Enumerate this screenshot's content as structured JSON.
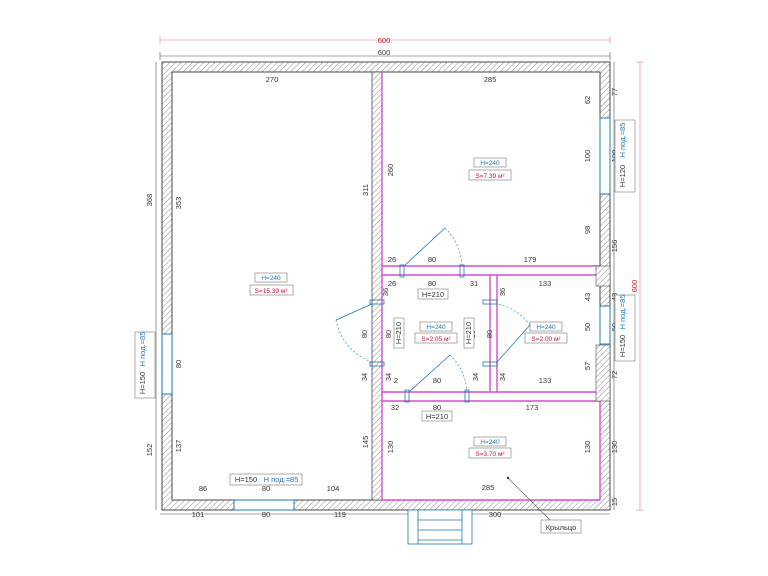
{
  "overall_top_pink": "600",
  "overall_top": "600",
  "overall_right_pink": "600",
  "inner_dims": {
    "top_left_room": "270",
    "top_right_room": "285",
    "left_outer": "368",
    "left_inner": "353",
    "left_window": "80",
    "left_window_in": "80",
    "left_lower_outer": "152",
    "left_lower_inner": "137",
    "center_upper": "311",
    "center_lower": "145",
    "bedroom_left": "260",
    "bedroom_right_1": "62",
    "bedroom_right_2": "100",
    "bedroom_right_3": "98",
    "right_outer_1": "77",
    "right_outer_2": "100",
    "right_outer_3": "156",
    "right_outer_4": "43",
    "right_outer_5": "50",
    "right_outer_6": "72",
    "right_outer_7": "130",
    "right_outer_8": "15",
    "right_inner_1": "43",
    "right_inner_2": "50",
    "right_inner_3": "57",
    "right_inner_4": "130",
    "hall_top_1": "26",
    "hall_top_2": "80",
    "hall_top_3": "179",
    "hall_mid_1": "26",
    "hall_mid_2": "80",
    "hall_mid_3": "31",
    "hall_mid_4": "36",
    "hall_mid_5": "133",
    "hall_left_door": "80",
    "hall_left_top": "36",
    "hall_left_bottom": "34",
    "hall_right_door": "80",
    "hall_right_bottom": "34",
    "hall_low_1": "34",
    "hall_low_2": "2",
    "hall_low_3": "34",
    "hall_low_4": "34",
    "hall_low_5": "133",
    "hall_bottom_1": "32",
    "hall_bottom_2": "80",
    "hall_bottom_3": "173",
    "entry_left": "130",
    "entry_right": "130",
    "entry_bottom": "285",
    "bottom_left_1": "86",
    "bottom_left_2": "80",
    "bottom_left_3": "104",
    "outer_bottom_1": "101",
    "outer_bottom_2": "80",
    "outer_bottom_3": "119",
    "outer_bottom_4": "300"
  },
  "rooms": [
    {
      "h": "H=240",
      "s": "S=15.39 м²"
    },
    {
      "h": "H=240",
      "s": "S=7.39 м²"
    },
    {
      "h": "H=240",
      "s": "S=2.05 м²"
    },
    {
      "h": "H=240",
      "s": "S=2.00 м²"
    },
    {
      "h": "H=240",
      "s": "S=3.70 м²"
    }
  ],
  "door_labels": {
    "top": "H=210",
    "left": "H=210",
    "right": "H=210",
    "bottom": "H=210"
  },
  "window_labels": {
    "left_h": "H=150",
    "left_sill": "H под.=85",
    "bottom_h": "H=150",
    "bottom_sill": "H под.=85",
    "right_top_h": "H=120",
    "right_top_sill": "H под.=85",
    "right_mid_h": "H=150",
    "right_mid_sill": "H под.=85"
  },
  "callout": "Крыльцо",
  "colors": {
    "wall": "#5a5a5a",
    "partition": "#d24fd2",
    "opening": "#1e78b4",
    "area_text": "#c8102e"
  }
}
